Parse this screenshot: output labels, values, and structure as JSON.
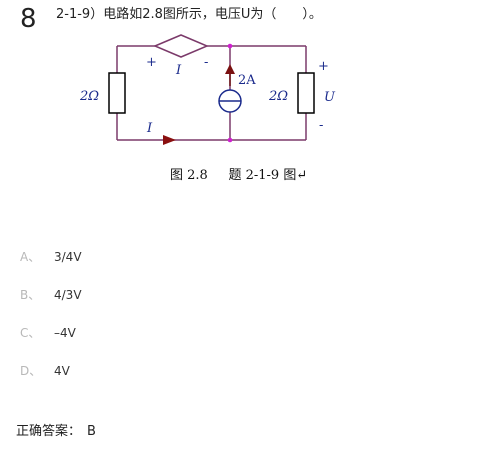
{
  "question": {
    "number": "8",
    "text": "2-1-9）电路如2.8图所示，电压U为（　　）。"
  },
  "figure": {
    "resistor_left_label": "2Ω",
    "resistor_right_label": "2Ω",
    "source_label": "2A",
    "controlled_source_label": "I",
    "current_label": "I",
    "voltage_label": "U",
    "plus_sign": "+",
    "minus_sign": "-",
    "caption": "图 2.8     题 2-1-9 图↵",
    "wire_color": "#7b3a6a",
    "node_color": "#d020d0",
    "label_color": "#1a2a8c"
  },
  "options": [
    {
      "letter": "A、",
      "value": "3/4V"
    },
    {
      "letter": "B、",
      "value": "4/3V"
    },
    {
      "letter": "C、",
      "value": "–4V"
    },
    {
      "letter": "D、",
      "value": "4V"
    }
  ],
  "answer": {
    "label": "正确答案：",
    "value": "B"
  }
}
